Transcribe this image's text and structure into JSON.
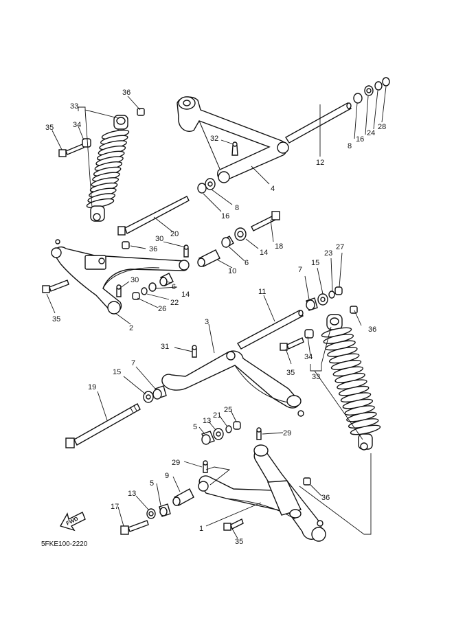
{
  "diagram_code": "5FKE100-2220",
  "fwd_label": "FWD",
  "labels": {
    "l1": "1",
    "l2": "2",
    "l3": "3",
    "l4": "4",
    "l5a": "5",
    "l5b": "5",
    "l6a": "6",
    "l6b": "6",
    "l7a": "7",
    "l7b": "7",
    "l8a": "8",
    "l8b": "8",
    "l9": "9",
    "l10": "10",
    "l11": "11",
    "l12": "12",
    "l13a": "13",
    "l13b": "13",
    "l14a": "14",
    "l14b": "14",
    "l15a": "15",
    "l15b": "15",
    "l16a": "16",
    "l16b": "16",
    "l17": "17",
    "l18": "18",
    "l19": "19",
    "l20": "20",
    "l21": "21",
    "l22": "22",
    "l23": "23",
    "l24": "24",
    "l25": "25",
    "l26": "26",
    "l27": "27",
    "l28": "28",
    "l29a": "29",
    "l29b": "29",
    "l30a": "30",
    "l30b": "30",
    "l31": "31",
    "l32": "32",
    "l33a": "33",
    "l33b": "33",
    "l34a": "34",
    "l34b": "34",
    "l35a": "35",
    "l35b": "35",
    "l35c": "35",
    "l35d": "35",
    "l36a": "36",
    "l36b": "36",
    "l36c": "36",
    "l36d": "36"
  }
}
